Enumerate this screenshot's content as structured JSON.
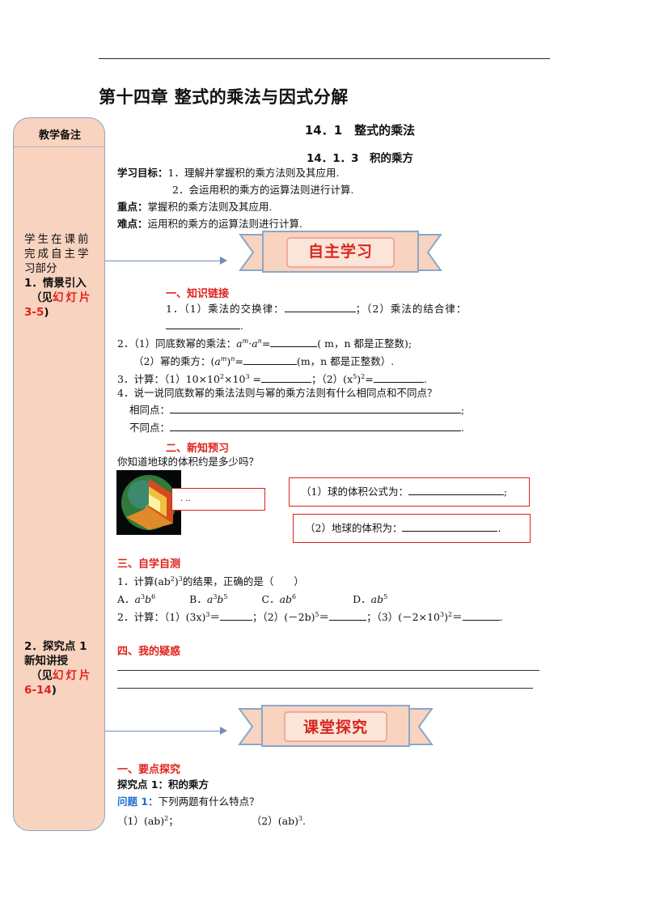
{
  "header": {
    "chapter_title": "第十四章  整式的乘法与因式分解"
  },
  "sidebar": {
    "heading": "教学备注",
    "note1": {
      "line1": "学生在课前",
      "line2": "完成自主学",
      "line3": "习部分",
      "point": "1．情景引入",
      "paren_open": "（见",
      "red": "幻灯片",
      "red2": "3-5",
      "paren_close": ")"
    },
    "note2": {
      "point": "2．探究点 1",
      "sub": "新知讲授",
      "paren_open": "（见",
      "red": "幻灯片",
      "red2": "6-14",
      "paren_close": ")"
    }
  },
  "section_title": "14．1　整式的乘法",
  "subsection_title": "14．1．3　积的乘方",
  "goals": {
    "label": "学习目标：",
    "item1": "1．理解并掌握积的乘方法则及其应用.",
    "item2": "2．会运用积的乘方的运算法则进行计算."
  },
  "key_point": {
    "label": "重点：",
    "text": "掌握积的乘方法则及其应用."
  },
  "difficulty": {
    "label": "难点：",
    "text": "运用积的乘方的运算法则进行计算."
  },
  "banner1": {
    "text": "自主学习"
  },
  "part1": {
    "title": "一、知识链接",
    "q1a": "1．（1）乘法的交换律：",
    "q1b": "；（2）乘法的结合律：",
    "q1_end": ".",
    "q2a": "2．（1）同底数幂的乘法：",
    "q2a_tail": "( m，n 都是正整数);",
    "q2b": "（2）幂的乘方：",
    "q2b_tail": "(m，n 都是正整数）.",
    "q3": "3．计算：（1）10×10",
    "q3_mid": "；（2）(x",
    "q4": "4．说一说同底数幂的乘法法则与幂的乘方法则有什么相同点和不同点？",
    "same": "相同点：",
    "diff": "不同点："
  },
  "part2": {
    "title": "二、新知预习",
    "question": "你知道地球的体积约是多少吗？",
    "box_text": ". ..",
    "box1": "（1）球的体积公式为：",
    "box2": "（2）地球的体积为："
  },
  "part3": {
    "title": "三、自学自测",
    "q1": "1．计算(ab",
    "q1_tail": "的结果，正确的是（　　）",
    "optA": "A．",
    "optB": "B．",
    "optC": "C．",
    "optD": "D．",
    "q2": "2．计算：（1）(3x)",
    "q2_b": "；（2）(－2b)",
    "q2_c": "；（3）(－2×10",
    "q2_end": "."
  },
  "part4": {
    "title": "四、我的疑惑"
  },
  "banner2": {
    "text": "课堂探究"
  },
  "explore": {
    "title": "一、要点探究",
    "point": "探究点 1：积的乘方",
    "problem_label": "问题 1：",
    "problem_text": "下列两题有什么特点？",
    "item1": "（1）(ab)",
    "item2": "（2）(ab)"
  }
}
